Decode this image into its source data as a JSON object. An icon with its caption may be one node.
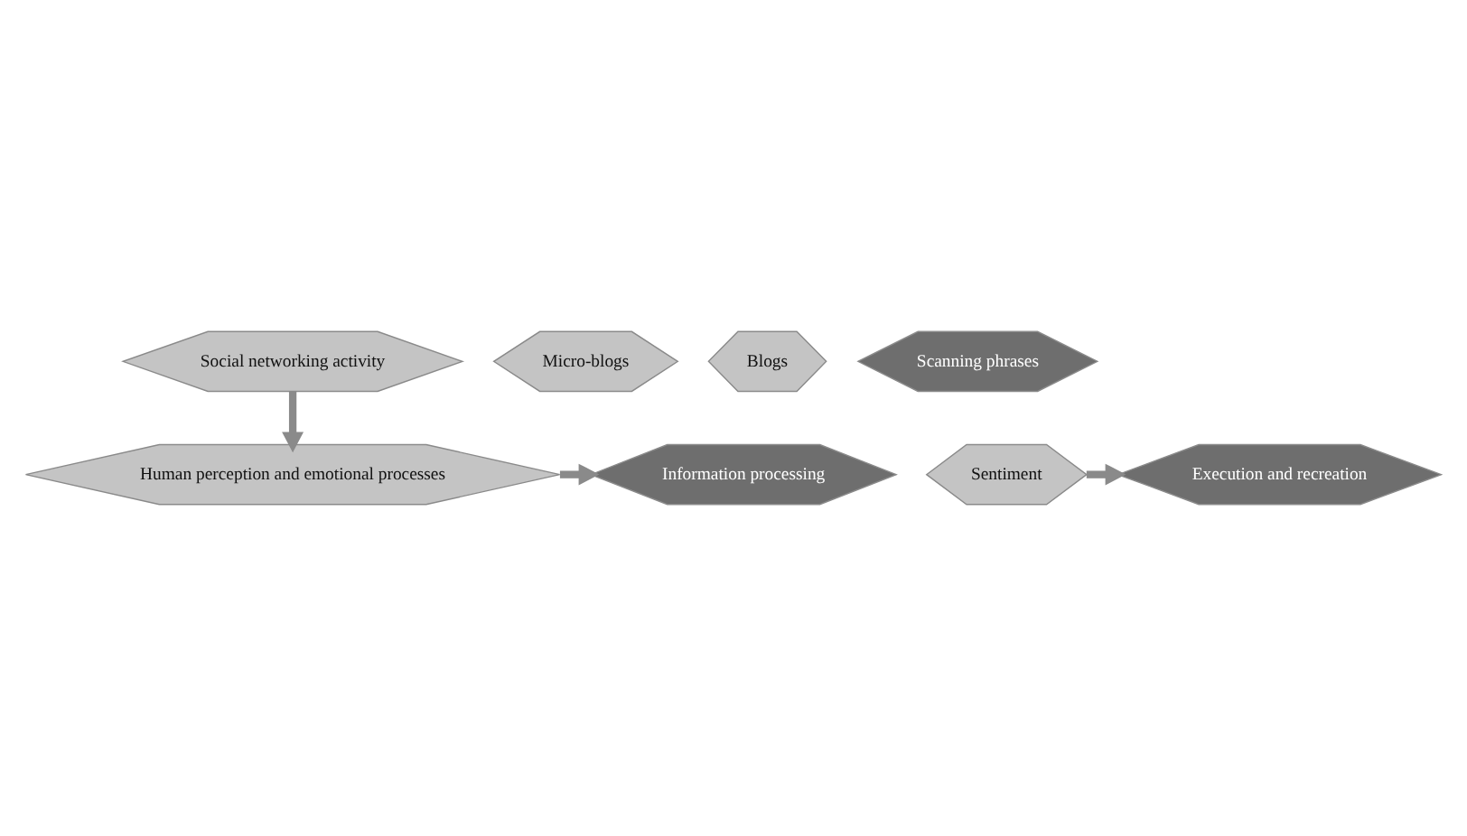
{
  "diagram": {
    "nodes": [
      {
        "text": [
          "Social networking activity"
        ]
      },
      {
        "text": [
          "Micro-blogs"
        ]
      },
      {
        "text": [
          "Blogs"
        ]
      },
      {
        "text": [
          "Human perception and emotional processes"
        ]
      },
      {
        "text": [
          "Sentiment"
        ]
      },
      {
        "text": [
          "Execution and recreation"
        ]
      },
      {
        "text": [
          "Information processing"
        ]
      },
      {
        "text": [
          "Scanning phrases"
        ]
      }
    ],
    "edges": [
      {
        "from": 0,
        "to": 3,
        "arrow": "to"
      },
      {
        "from": 4,
        "to": 5,
        "arrow": "to"
      },
      {
        "from": 3,
        "to": 6,
        "arrow": "to"
      }
    ]
  }
}
